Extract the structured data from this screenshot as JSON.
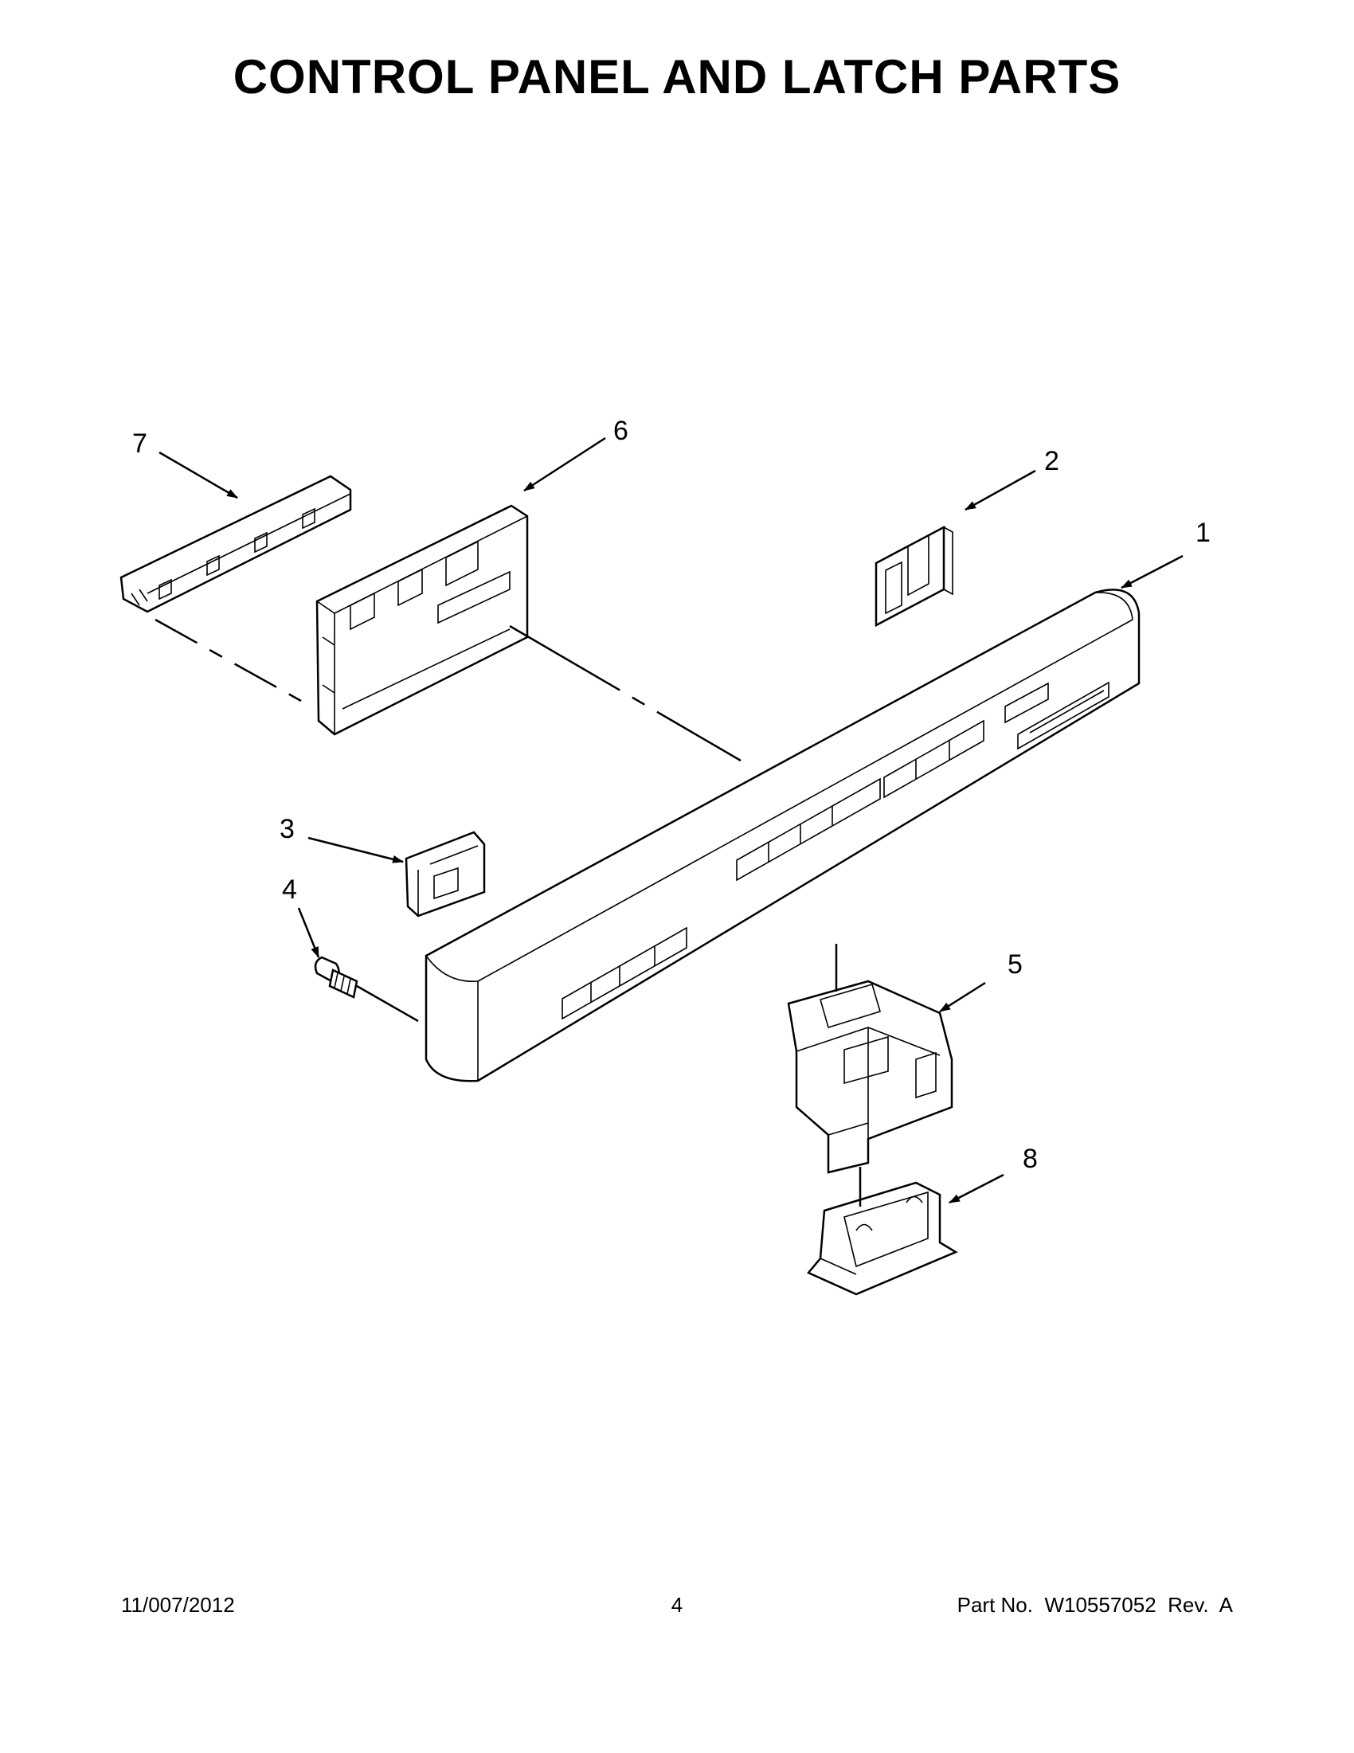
{
  "page": {
    "title": "CONTROL PANEL AND LATCH PARTS"
  },
  "callouts": {
    "c1": "1",
    "c2": "2",
    "c3": "3",
    "c4": "4",
    "c5": "5",
    "c6": "6",
    "c7": "7",
    "c8": "8"
  },
  "footer": {
    "date": "11/007/2012",
    "page_number": "4",
    "part_number": "Part No.  W10557052  Rev.  A"
  }
}
